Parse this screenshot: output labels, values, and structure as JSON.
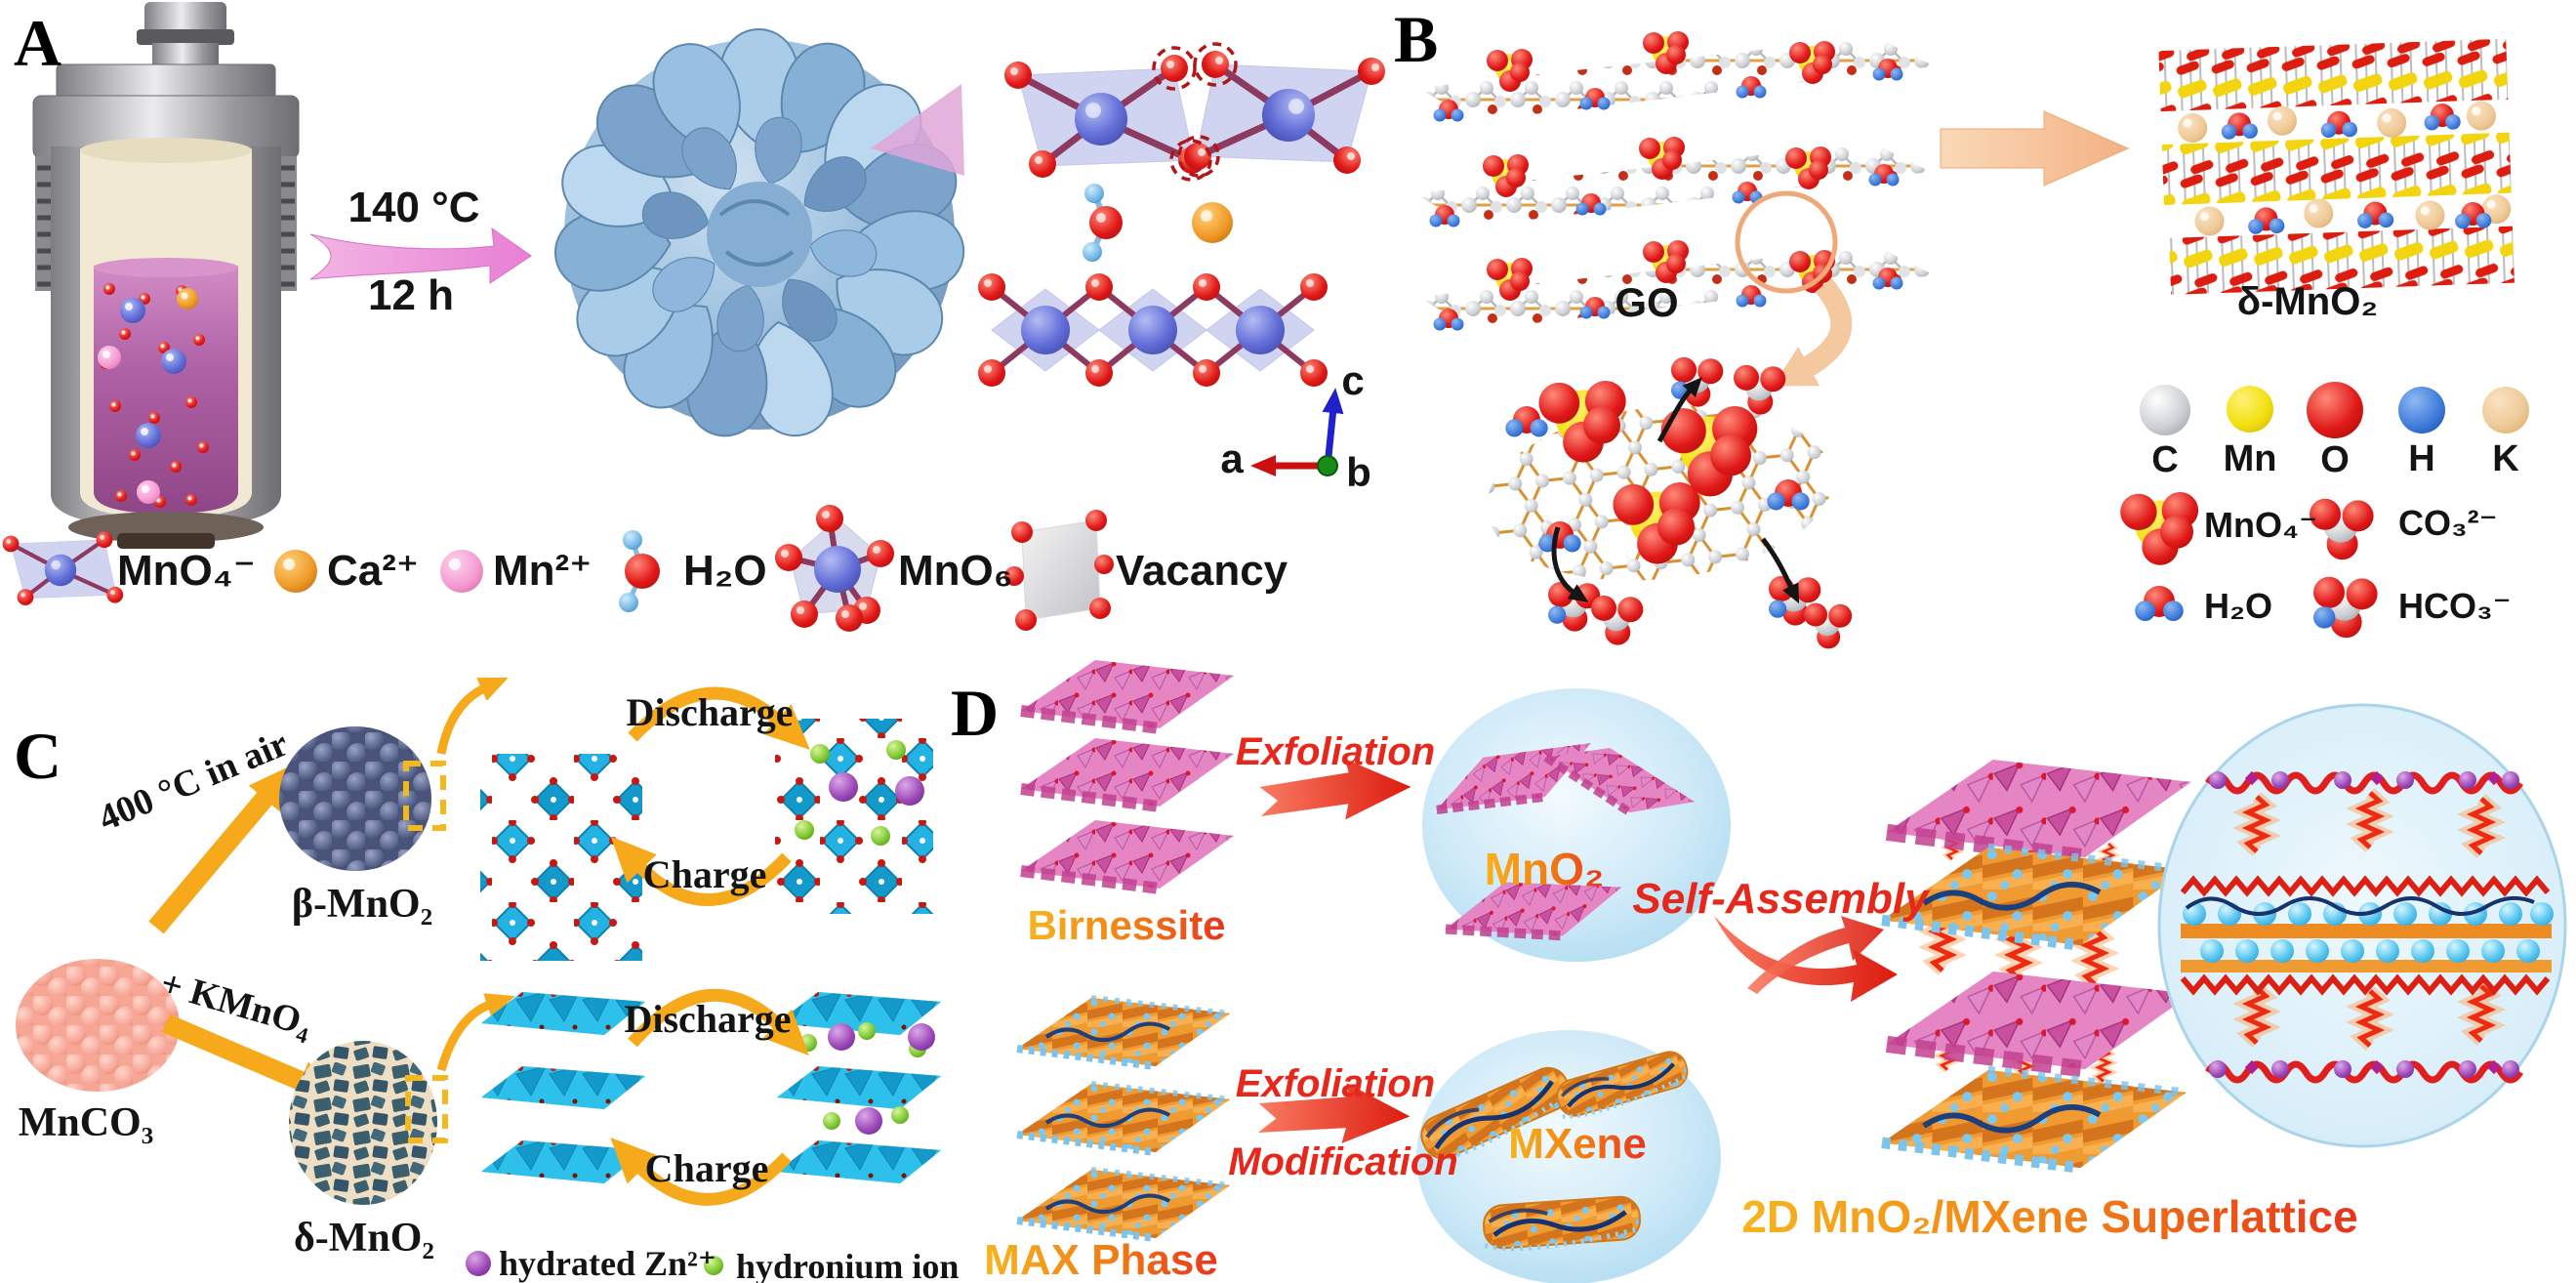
{
  "figure": {
    "panel_a": {
      "label": "A",
      "condition_temperature": "140 °C",
      "condition_time": "12 h",
      "axes": {
        "a": "a",
        "b": "b",
        "c": "c"
      },
      "legend": [
        {
          "icon": "mno4-tetrahedron-icon",
          "label": "MnO₄⁻"
        },
        {
          "icon": "ca-ion-icon",
          "label": "Ca²⁺"
        },
        {
          "icon": "mn-ion-icon",
          "label": "Mn²⁺"
        },
        {
          "icon": "water-molecule-icon",
          "label": "H₂O"
        },
        {
          "icon": "mno6-octahedron-icon",
          "label": "MnO₆"
        },
        {
          "icon": "vacancy-icon",
          "label": "Vacancy"
        }
      ]
    },
    "panel_b": {
      "label": "B",
      "reactant_label": "GO",
      "product_label": "δ-MnO₂",
      "atom_legend": [
        {
          "symbol": "C",
          "color": "#c8ccd0"
        },
        {
          "symbol": "Mn",
          "color": "#f2e010"
        },
        {
          "symbol": "O",
          "color": "#e01818"
        },
        {
          "symbol": "H",
          "color": "#3a78d8"
        },
        {
          "symbol": "K",
          "color": "#eeca98"
        }
      ],
      "molecule_legend": [
        {
          "label": "MnO₄⁻"
        },
        {
          "label": "CO₃²⁻"
        },
        {
          "label": "H₂O"
        },
        {
          "label": "HCO₃⁻"
        }
      ]
    },
    "panel_c": {
      "label": "C",
      "precursor_label": "MnCO₃",
      "route_top": "400 °C in air",
      "route_bottom": "+ KMnO₄",
      "product_top": "β-MnO₂",
      "product_bottom": "δ-MnO₂",
      "discharge_label": "Discharge",
      "charge_label": "Charge",
      "legend": [
        {
          "icon": "purple-sphere-icon",
          "label": "hydrated Zn²⁺"
        },
        {
          "icon": "green-sphere-icon",
          "label": "hydronium ion"
        }
      ]
    },
    "panel_d": {
      "label": "D",
      "precursor_top": "Birnessite",
      "precursor_bottom": "MAX Phase",
      "step_top": "Exfoliation",
      "step_bottom_1": "Exfoliation",
      "step_bottom_2": "Modification",
      "intermediate_top": "MnO₂",
      "intermediate_bottom": "MXene",
      "assembly_step": "Self-Assembly",
      "product": "2D MnO₂/MXene Superlattice"
    }
  },
  "colors": {
    "background": "#ffffff",
    "cycle_arrow_yellow": "#f7a91c",
    "step_text_red": "#e6281c",
    "gradient_label_start": "#f8b41e",
    "gradient_label_end": "#e8341c",
    "bubble_fill": "#bfe2f4",
    "hydrothermal_arrow_pink": "#e87fd4"
  }
}
